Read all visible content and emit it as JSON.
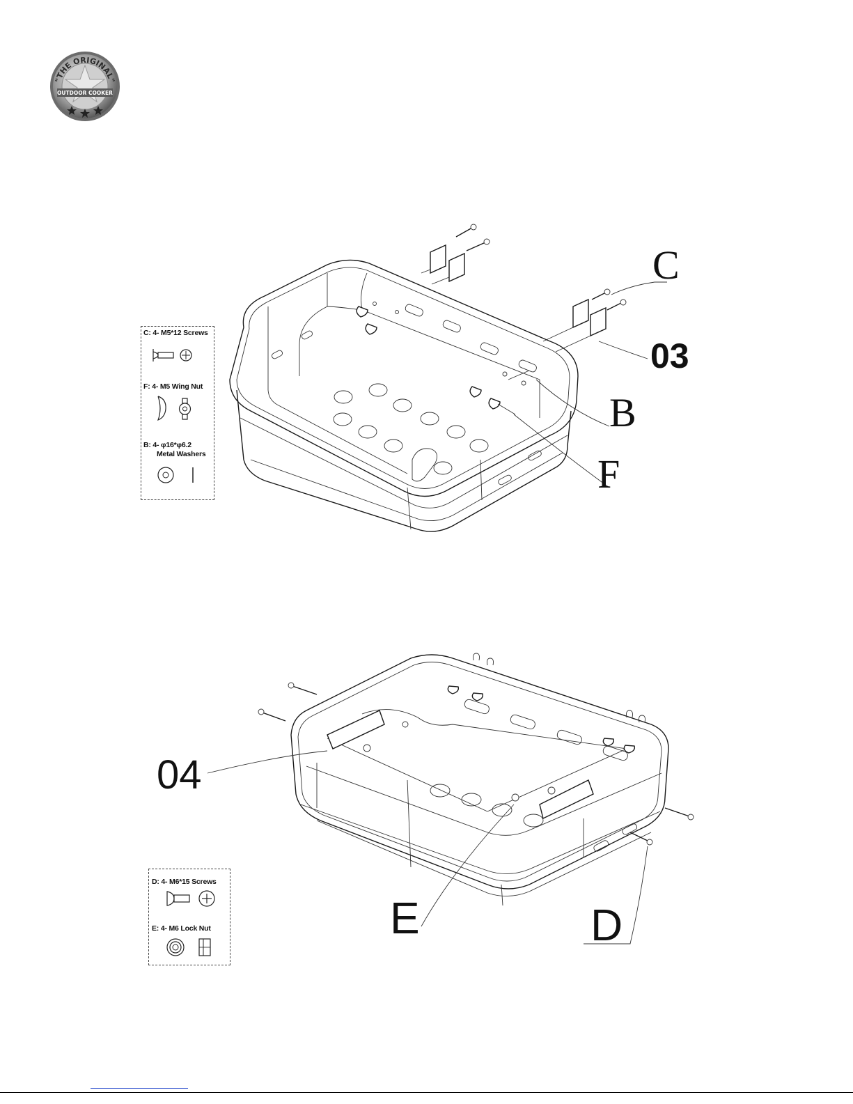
{
  "logo": {
    "line1": "\"THE ORIGINAL\"",
    "line2": "OUTDOOR COOKER",
    "icon": "star-badge-icon"
  },
  "figure1": {
    "callouts": {
      "c": "C",
      "part03": "03",
      "b": "B",
      "f": "F"
    },
    "parts": [
      {
        "label": "C: 4- M5*12 Screws"
      },
      {
        "label": "F:  4- M5 Wing Nut"
      },
      {
        "label": "B:  4- φ16*φ6.2"
      },
      {
        "label": "Metal Washers"
      }
    ]
  },
  "figure2": {
    "callouts": {
      "part04": "04",
      "e": "E",
      "d": "D"
    },
    "parts": [
      {
        "label": "D:  4- M6*15 Screws"
      },
      {
        "label": "E:  4- M6 Lock Nut"
      }
    ]
  }
}
